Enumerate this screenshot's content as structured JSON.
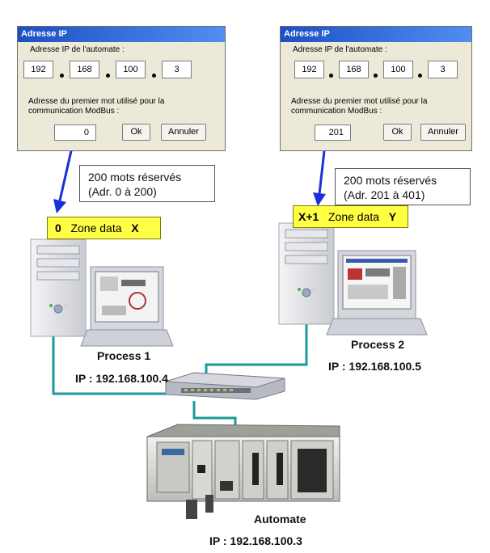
{
  "dialogs": [
    {
      "title": "Adresse IP",
      "ip_label": "Adresse IP de l'automate :",
      "ip": [
        "192",
        "168",
        "100",
        "3"
      ],
      "addr_label_1": "Adresse du premier mot utilisé pour la",
      "addr_label_2": "communication ModBus :",
      "address": "0",
      "ok_label": "Ok",
      "cancel_label": "Annuler"
    },
    {
      "title": "Adresse IP",
      "ip_label": "Adresse IP de l'automate :",
      "ip": [
        "192",
        "168",
        "100",
        "3"
      ],
      "addr_label_1": "Adresse du premier mot utilisé pour la",
      "addr_label_2": "communication ModBus :",
      "address": "201",
      "ok_label": "Ok",
      "cancel_label": "Annuler"
    }
  ],
  "notes": [
    {
      "line1": "200 mots réservés",
      "line2": "(Adr. 0 à 200)"
    },
    {
      "line1": "200 mots réservés",
      "line2": "(Adr. 201 à 401)"
    }
  ],
  "zones": [
    {
      "start": "0",
      "label": "Zone data",
      "name": "X"
    },
    {
      "start": "X+1",
      "label": "Zone data",
      "name": "Y"
    }
  ],
  "process1": {
    "name": "Process 1",
    "ip": "IP : 192.168.100.4"
  },
  "process2": {
    "name": "Process 2",
    "ip": "IP : 192.168.100.5"
  },
  "automate": {
    "name": "Automate",
    "ip": "IP : 192.168.100.3"
  },
  "colors": {
    "cable": "#1a9a9a",
    "arrow": "#1a2fd6",
    "zone": "#ffff44",
    "titlebar": "#1d4fc4"
  }
}
